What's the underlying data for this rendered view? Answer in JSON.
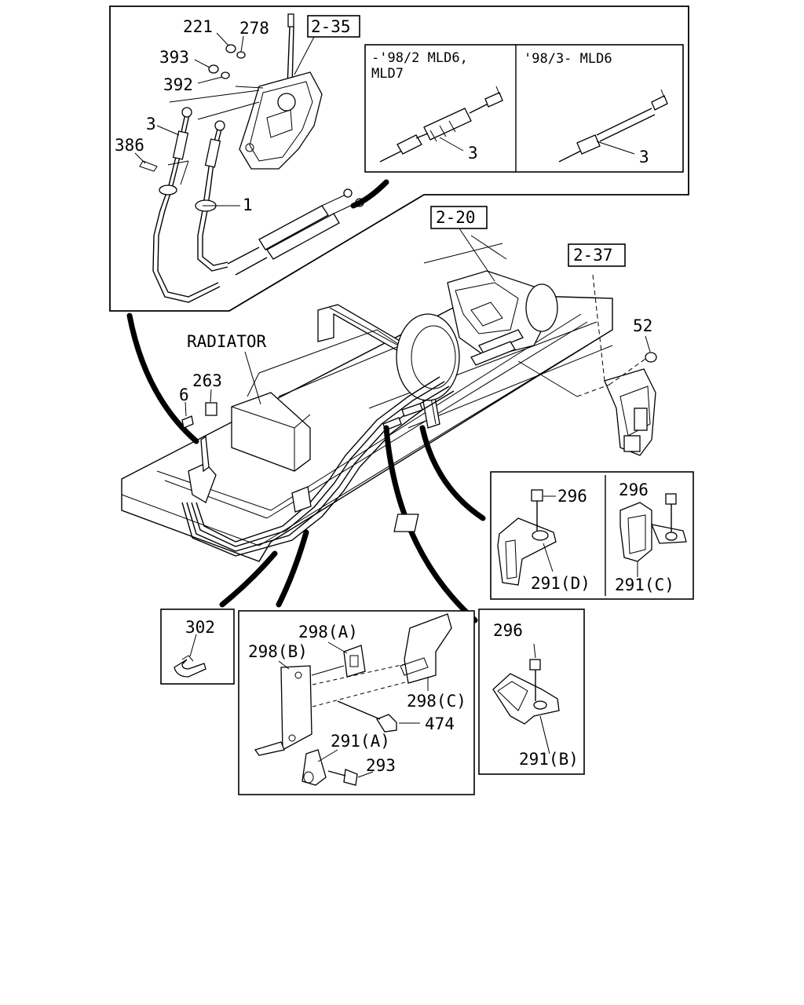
{
  "diagram": {
    "reference_boxes": {
      "shift_lever": "2-35",
      "transmission": "2-20",
      "bracket": "2-37"
    },
    "inset_variants": {
      "left_label_line1": "-'98/2 MLD6,",
      "left_label_line2": "MLD7",
      "right_label": "'98/3- MLD6",
      "left_part": "3",
      "right_part": "3"
    },
    "top_parts": {
      "p221": "221",
      "p278": "278",
      "p393": "393",
      "p392": "392",
      "p3": "3",
      "p386": "386",
      "p1": "1"
    },
    "main_parts": {
      "radiator": "RADIATOR",
      "p263": "263",
      "p6": "6",
      "p52": "52"
    },
    "clip_inset_dc": {
      "d_bolt": "296",
      "d_clip": "291(D)",
      "c_bolt": "296",
      "c_clip": "291(C)"
    },
    "inset_302": {
      "label": "302"
    },
    "bracket_inset": {
      "p298b": "298(B)",
      "p298a": "298(A)",
      "p298c": "298(C)",
      "p474": "474",
      "p291a": "291(A)",
      "p293": "293"
    },
    "clip_inset_b": {
      "bolt": "296",
      "clip": "291(B)"
    }
  }
}
